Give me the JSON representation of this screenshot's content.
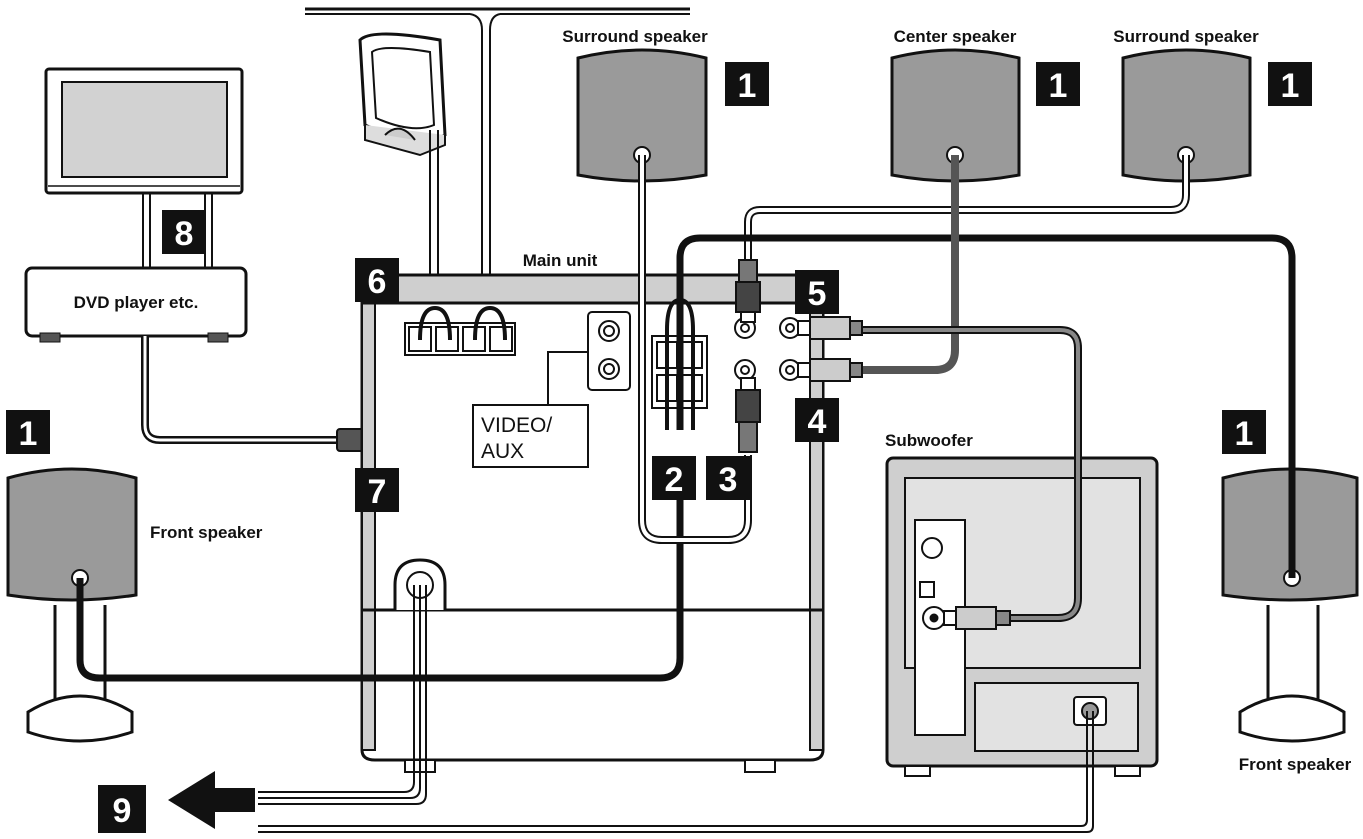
{
  "labels": {
    "surround_speaker_left": "Surround speaker",
    "center_speaker": "Center speaker",
    "surround_speaker_right": "Surround speaker",
    "main_unit": "Main unit",
    "dvd_player": "DVD player etc.",
    "video_aux_line1": "VIDEO/",
    "video_aux_line2": "AUX",
    "subwoofer": "Subwoofer",
    "front_speaker_left": "Front speaker",
    "front_speaker_right": "Front speaker"
  },
  "step_numbers": {
    "surround_left": "1",
    "center": "1",
    "surround_right": "1",
    "front_left": "1",
    "front_right": "1",
    "step2": "2",
    "step3": "3",
    "step4": "4",
    "step5": "5",
    "step6": "6",
    "step7": "7",
    "step8": "8",
    "step9": "9"
  },
  "colors": {
    "speaker_fill": "#9a9a9a",
    "panel_fill": "#cfcfcf",
    "badge_fill": "#111111",
    "cable_dark": "#111111",
    "cable_gray": "#555555"
  }
}
